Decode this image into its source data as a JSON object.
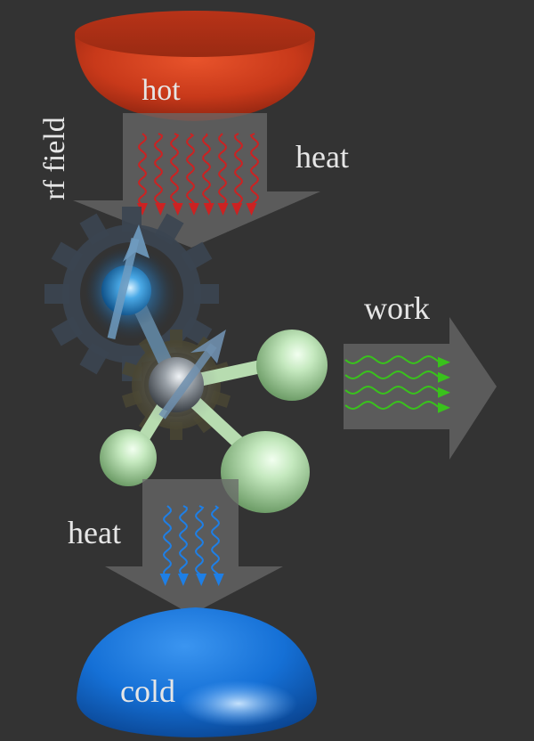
{
  "labels": {
    "hot": "hot",
    "heat_top": "heat",
    "rf_field": "rf field",
    "work": "work",
    "heat_bottom": "heat",
    "cold": "cold"
  },
  "colors": {
    "background": "#333333",
    "hot_reservoir": "#c8391a",
    "cold_reservoir": "#1570d6",
    "heat_in_waves": "#cc2222",
    "heat_out_waves": "#1e7fe6",
    "work_waves": "#39c21c",
    "arrow_fill": "#6a6a6a",
    "spin_arrow": "#6f9bc0",
    "green_atom": "#b9e2b2",
    "central_atom": "#8a9096",
    "blue_atom": "#3a9ad8"
  }
}
